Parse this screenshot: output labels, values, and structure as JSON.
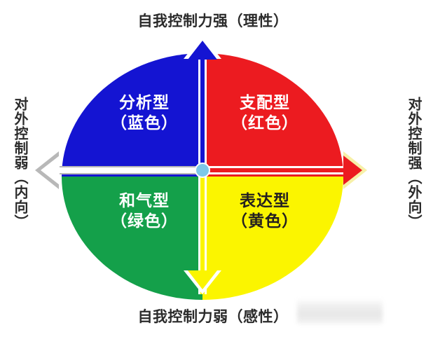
{
  "diagram": {
    "title_top": "自我控制力强（理性）",
    "title_bottom": "自我控制力弱（感性）",
    "title_left": "对外控制弱（内向）",
    "title_right": "对外控制强（外向）",
    "axes": {
      "vertical_label_high": "自我控制力强（理性）",
      "vertical_label_low": "自我控制力弱（感性）",
      "horizontal_label_low": "对外控制弱（内向）",
      "horizontal_label_high": "对外控制强（外向）"
    },
    "quadrants": [
      {
        "key": "analytical",
        "position": "top-left",
        "label": "分析型\n（蓝色）",
        "type_name": "分析型",
        "color_name": "（蓝色）",
        "fill": "#1414d2",
        "text_color": "#ffffff"
      },
      {
        "key": "dominant",
        "position": "top-right",
        "label": "支配型\n（红色）",
        "type_name": "支配型",
        "color_name": "（红色）",
        "fill": "#ec1b20",
        "text_color": "#ffffff"
      },
      {
        "key": "amiable",
        "position": "bottom-left",
        "label": "和气型\n（绿色）",
        "type_name": "和气型",
        "color_name": "（绿色）",
        "fill": "#14a04a",
        "text_color": "#ffffff"
      },
      {
        "key": "expressive",
        "position": "bottom-right",
        "label": "表达型\n（黄色）",
        "type_name": "表达型",
        "color_name": "（黄色）",
        "fill": "#fbf500",
        "text_color": "#231f20"
      }
    ],
    "arrows": [
      {
        "name": "arrow-up-icon",
        "direction": "up",
        "fill": "#1414d2",
        "outline": "#ffffff"
      },
      {
        "name": "arrow-down-icon",
        "direction": "down",
        "fill": "#fbf500",
        "outline": "#ffffff"
      },
      {
        "name": "arrow-left-icon",
        "direction": "left",
        "fill": "#ffffff",
        "outline": "#b8b8b8"
      },
      {
        "name": "arrow-right-icon",
        "direction": "right",
        "fill": "#ec1b20",
        "outline": "#f7f0a8"
      }
    ],
    "center_marker": {
      "name": "origin-dot",
      "fill": "#7ec8e8"
    },
    "background": "#ffffff",
    "caption_color": "#2b2b2b"
  }
}
